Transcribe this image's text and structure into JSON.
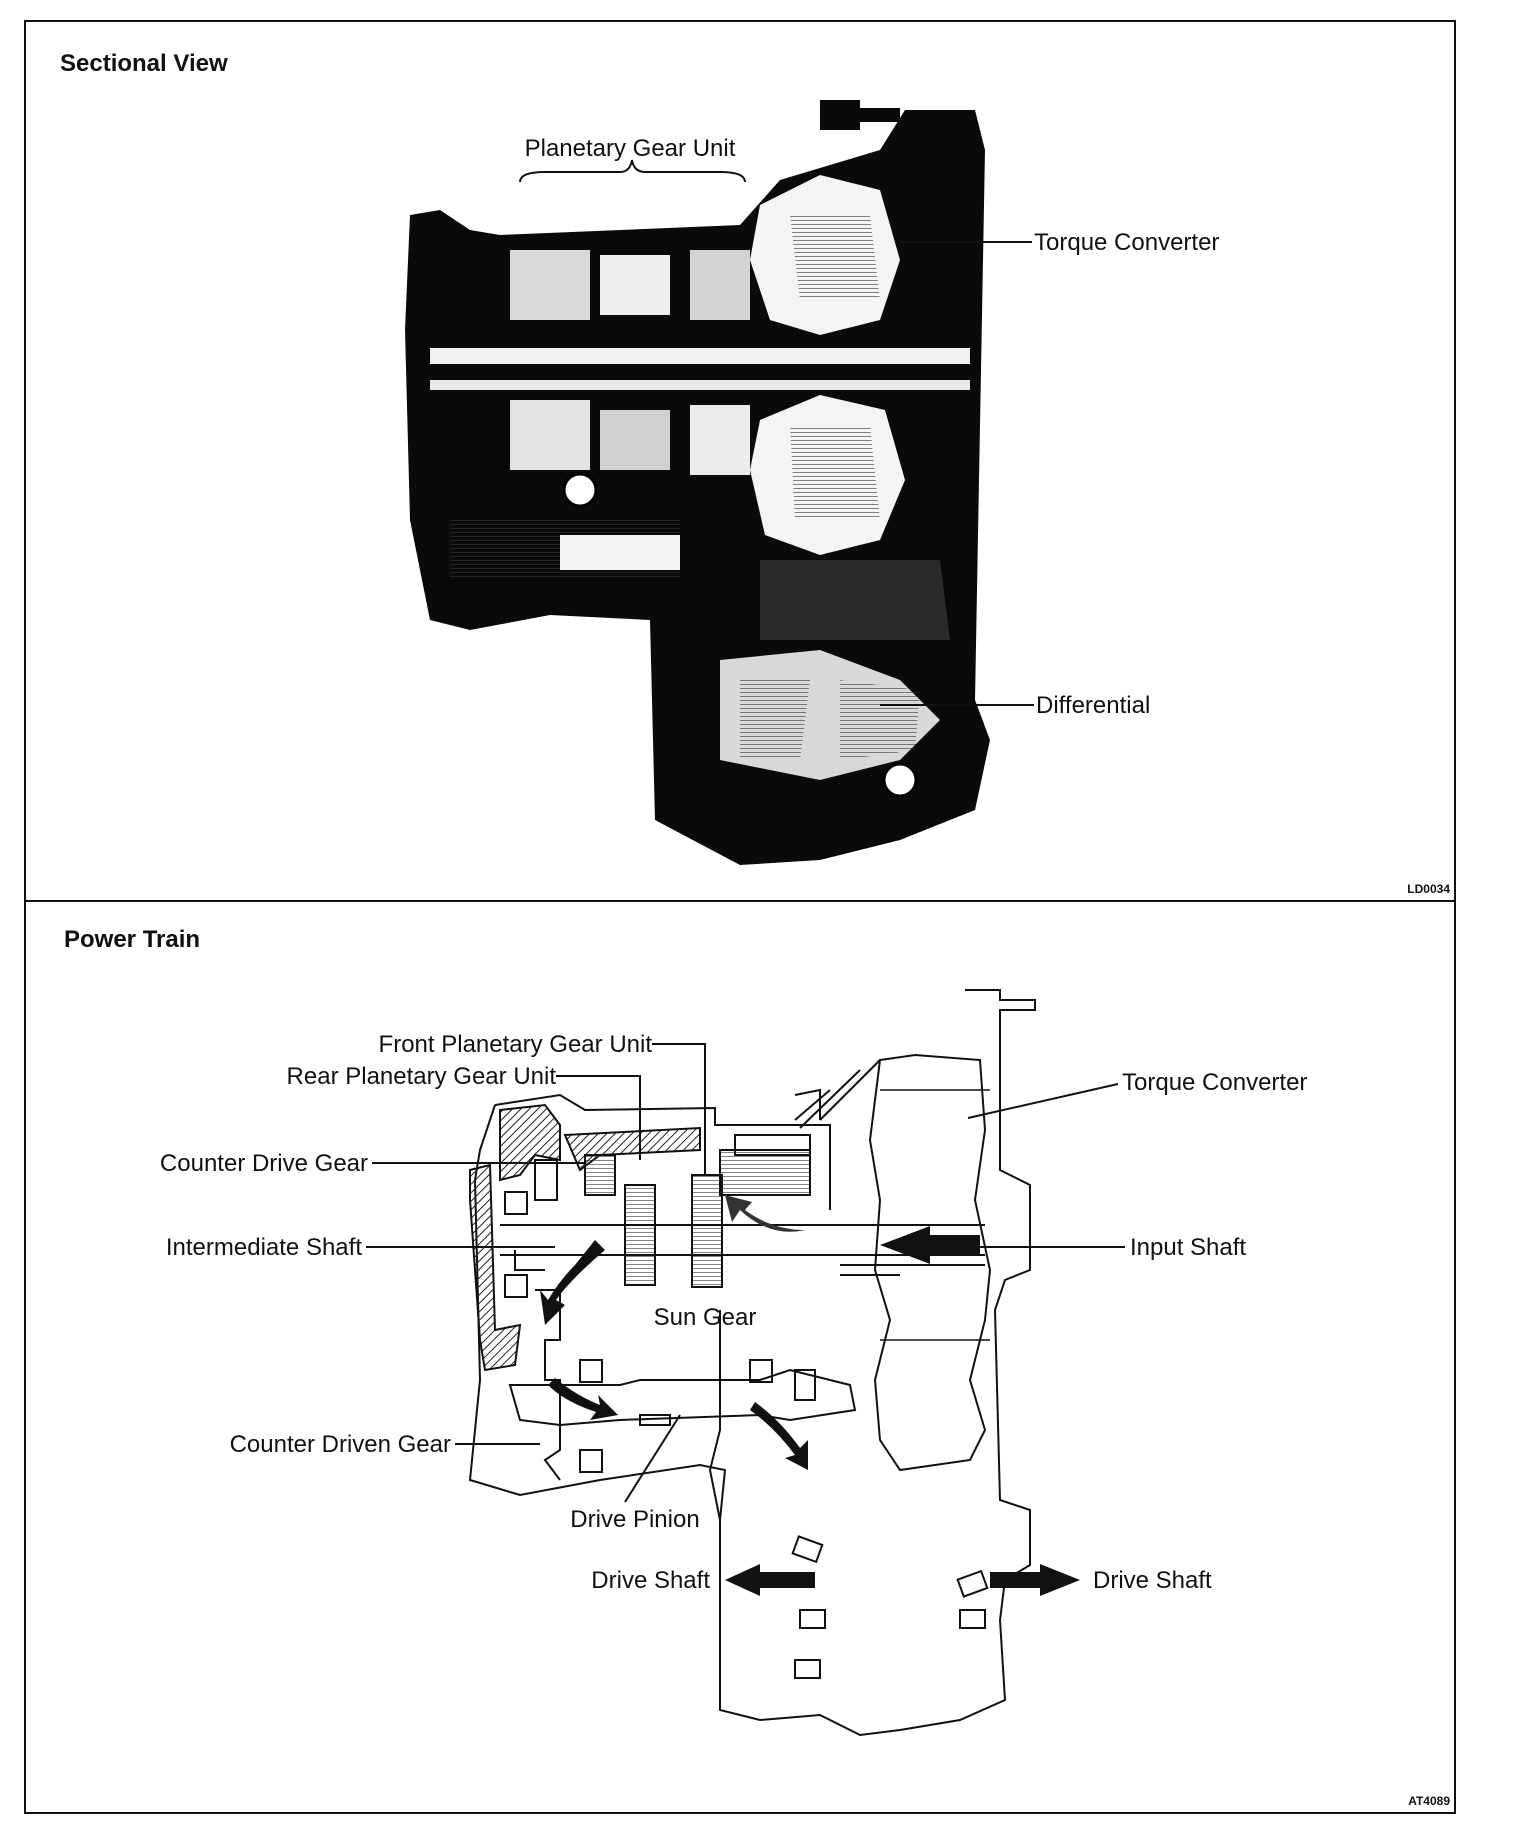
{
  "sectional_view": {
    "title": "Sectional View",
    "code": "LD0034",
    "labels": {
      "planetary": "Planetary Gear Unit",
      "torque": "Torque Converter",
      "differential": "Differential"
    }
  },
  "power_train": {
    "title": "Power Train",
    "code": "AT4089",
    "labels": {
      "front_planetary": "Front Planetary Gear Unit",
      "rear_planetary": "Rear Planetary Gear Unit",
      "counter_drive": "Counter Drive Gear",
      "intermediate": "Intermediate Shaft",
      "sun_gear": "Sun Gear",
      "counter_driven": "Counter Driven Gear",
      "drive_pinion": "Drive Pinion",
      "drive_shaft_left": "Drive Shaft",
      "drive_shaft_right": "Drive Shaft",
      "torque": "Torque Converter",
      "input_shaft": "Input Shaft"
    }
  }
}
